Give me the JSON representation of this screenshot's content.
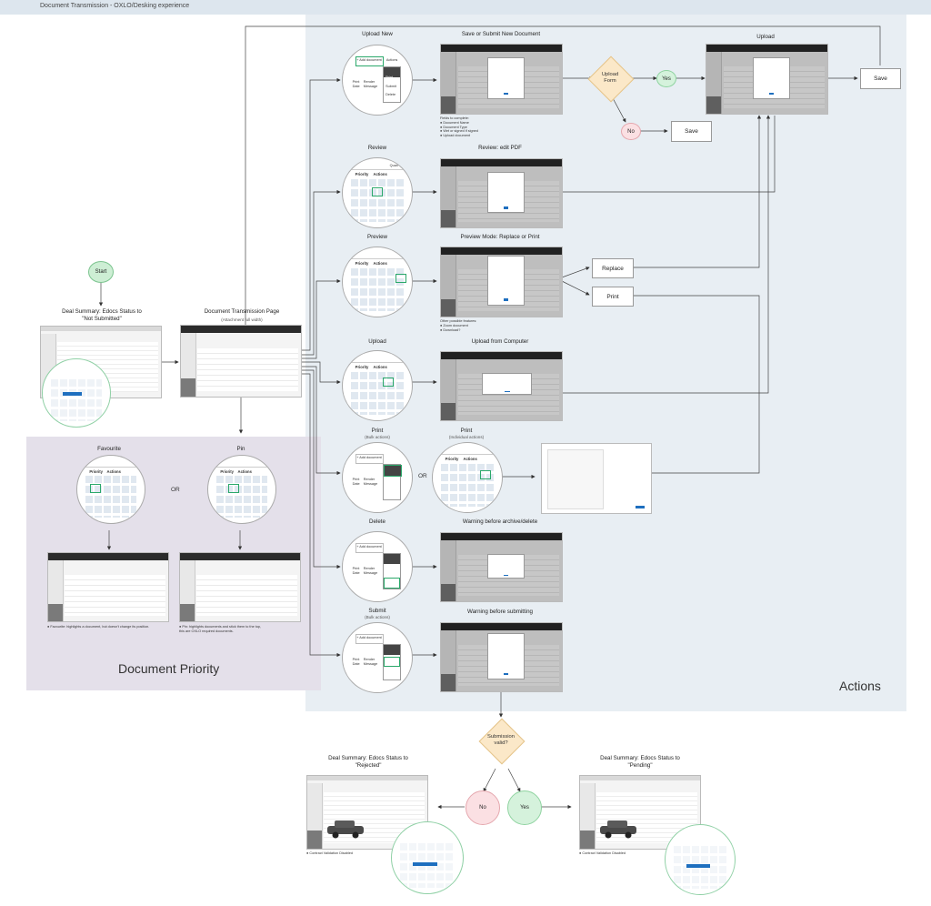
{
  "header": {
    "title": "Document Transmission - OXLO/Desking experience"
  },
  "regions": {
    "actions": "Actions",
    "priority": "Document Priority"
  },
  "start": {
    "label": "Start"
  },
  "deal_summary": {
    "label": "Deal Summary: Edocs Status to\n\"Not Submitted\""
  },
  "transmission": {
    "label": "Document Transmission Page",
    "sublabel": "(Attachment full width)"
  },
  "priority": {
    "favourite": {
      "label": "Favourite",
      "note": "● Favourite: highlights a document, but doesn't change its position."
    },
    "pin": {
      "label": "Pin",
      "note": "● Pin: highlights documents and stick them to the top,\nthis are OXLO required documents."
    },
    "or": "OR"
  },
  "actions": {
    "upload_new": {
      "label": "Upload New",
      "screen": "Save or Submit New Document",
      "note": "Fields to complete:\n● Document Name\n● Document Type\n● Wet or signed if signed\n● Upload document"
    },
    "decision_upload": {
      "label": "Upload\nForm",
      "yes": "Yes",
      "no": "No"
    },
    "upload_screen": "Upload",
    "save1": "Save",
    "save2": "Save",
    "review": {
      "label": "Review",
      "screen": "Review: edit PDF"
    },
    "preview": {
      "label": "Preview",
      "screen": "Preview Mode: Replace or Print",
      "note": "Other possible features:\n● Zoom document\n● Download?"
    },
    "replace": "Replace",
    "print_btn": "Print",
    "upload": {
      "label": "Upload",
      "screen": "Upload from Computer"
    },
    "print": {
      "label": "Print",
      "sub": "(Bulk actions)",
      "label2": "Print",
      "sub2": "(Individual actions)",
      "or": "OR"
    },
    "delete": {
      "label": "Delete",
      "screen": "Warning before archive/delete"
    },
    "submit": {
      "label": "Submit",
      "sub": "(Bulk actions)",
      "screen": "Warning before submitting"
    }
  },
  "zoom_text": {
    "add_document": "+ Add document",
    "actions": "Actions",
    "print_date": "Print\nDate",
    "render_message": "Render\nMessage",
    "print": "Print",
    "submit": "Submit",
    "delete": "Delete",
    "priority": "Priority",
    "actions_col": "Actions",
    "quan": "Quan"
  },
  "submission": {
    "label": "Submission\nvalid?",
    "no": "No",
    "yes": "Yes"
  },
  "rejected": {
    "label": "Deal Summary: Edocs Status to\n\"Rejected\"",
    "note": "● Contract Validation Disabled"
  },
  "pending": {
    "label": "Deal Summary: Edocs Status to\n\"Pending\"",
    "note": "● Contract Validation Disabled"
  }
}
